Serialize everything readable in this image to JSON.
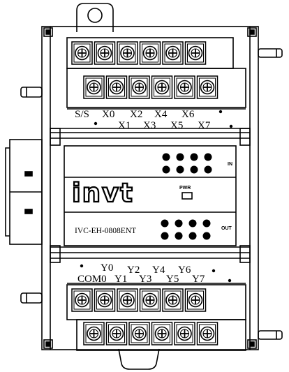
{
  "device": {
    "brand": "invt",
    "model": "IVC-EH-0808ENT",
    "pwr_label": "PWR",
    "in_label": "IN",
    "out_label": "OUT"
  },
  "input_terminals": {
    "top_row": [
      "S/S",
      "X0",
      "X2",
      "X4",
      "X6"
    ],
    "bottom_row": [
      "X1",
      "X3",
      "X5",
      "X7"
    ]
  },
  "output_terminals": {
    "top_row": [
      "Y0",
      "Y2",
      "Y4",
      "Y6"
    ],
    "bottom_row": [
      "COM0",
      "Y1",
      "Y3",
      "Y5",
      "Y7"
    ]
  }
}
